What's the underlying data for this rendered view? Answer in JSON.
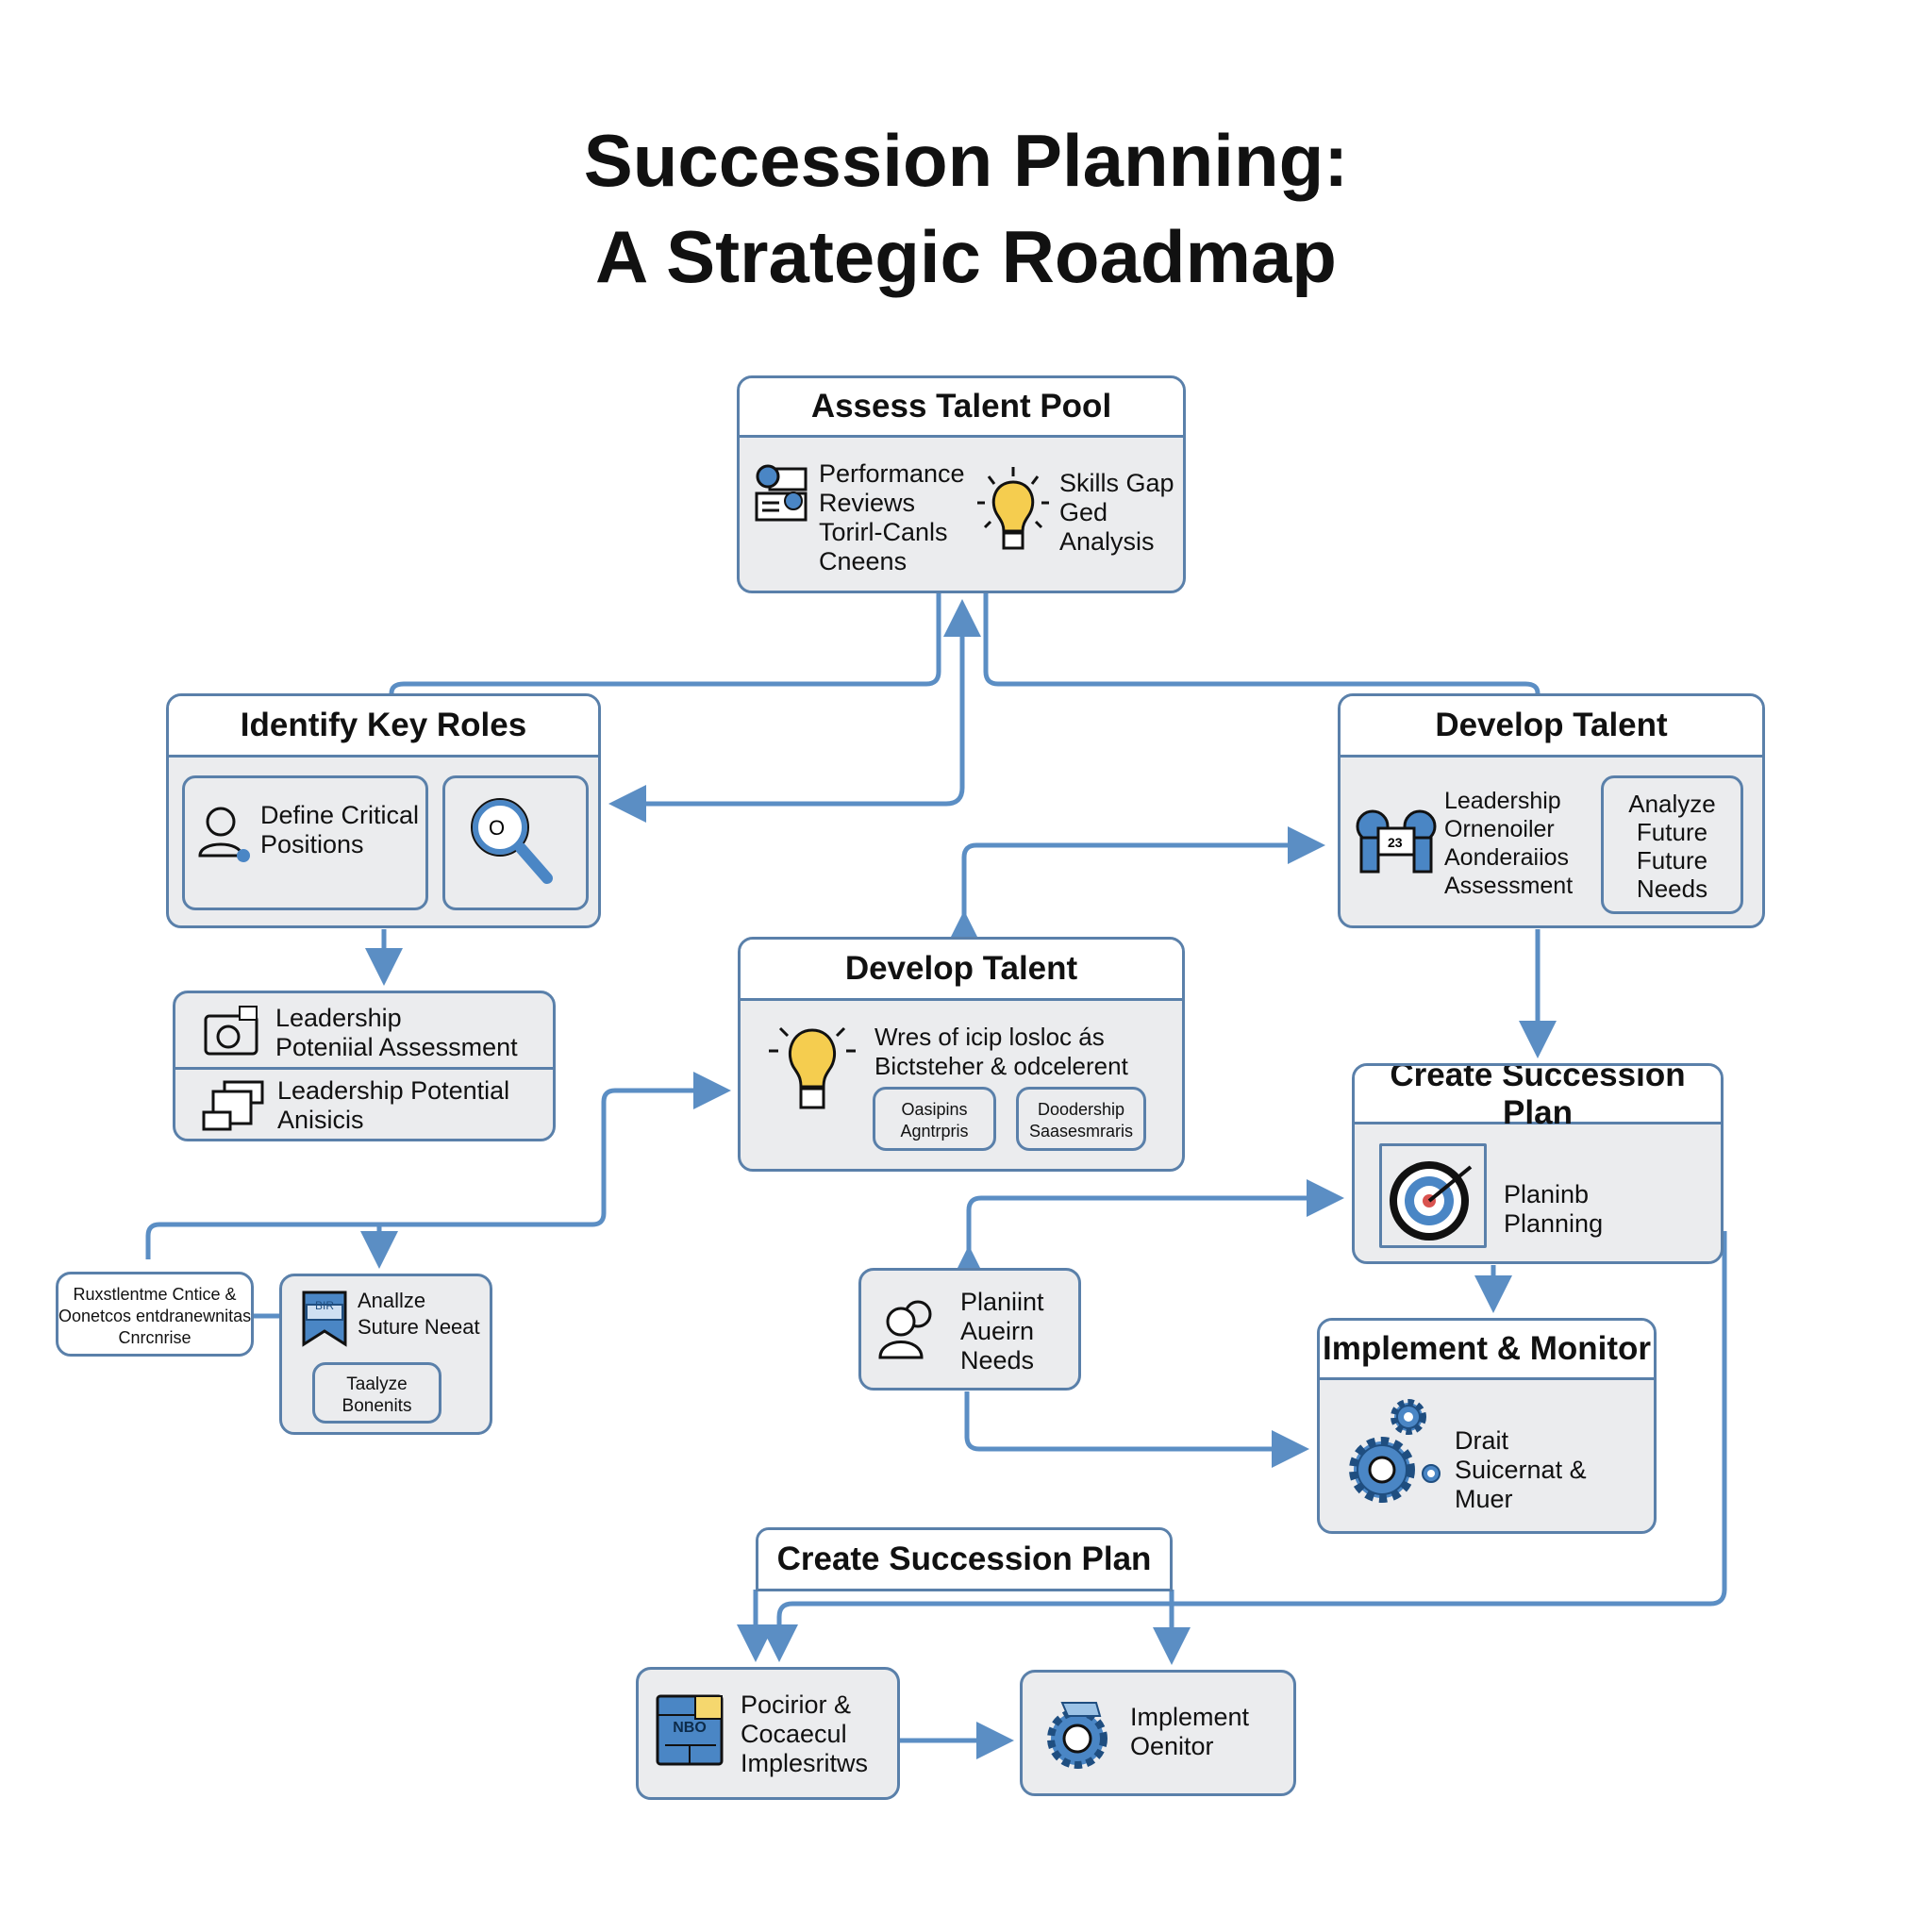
{
  "title": {
    "line1": "Succession Planning:",
    "line2": "A Strategic Roadmap"
  },
  "colors": {
    "connector": "#5b8ec4",
    "border": "#5a80aa",
    "box_fill": "#ebecee",
    "icon_blue": "#4a86c5",
    "bulb_yellow": "#f5cd4f"
  },
  "assess": {
    "title": "Assess Talent Pool",
    "left_text": "Performance\nReviews\nTorirl-Canls\nCneens",
    "right_text": "Skills Gap\nGed\nAnalysis",
    "icons": [
      "review-cards-icon",
      "lightbulb-icon"
    ]
  },
  "identify": {
    "title": "Identify Key Roles",
    "define_text": "Define Critical\nPositions",
    "icons": [
      "person-icon",
      "magnifier-icon"
    ]
  },
  "leadership": {
    "item1": "Leadership\nPoteniial Assessment",
    "item2": "Leadership Potential\nAnisicis"
  },
  "develop_right": {
    "title": "Develop Talent",
    "text": "Leadership\nOrnenoiler\nAonderaiios\nAssessment",
    "inner": "Analyze\nFuture\nFuture\nNeeds"
  },
  "develop_center": {
    "title": "Develop Talent",
    "text": "Wres of icip losloc ás\nBictsteher & odcelerent",
    "btn1": "Oasipins\nAgntrpris",
    "btn2": "Doodership\nSaasesmraris"
  },
  "left_small": {
    "text": "Ruxstlentme Cntice &\nOonetcos entdranewnitas\nCnrcnrise"
  },
  "analyze": {
    "text": "Anallze\nSuture Neeat",
    "inner": "Taalyze\nBonenits",
    "badge_text": "BIR"
  },
  "create_right": {
    "title": "Create Succession Plan",
    "text": "Planinb\nPlanning"
  },
  "planint": {
    "text": "Planiint\nAueirn\nNeeds"
  },
  "implement_monitor": {
    "title": "Implement & Monitor",
    "text": "Drait\nSuicernat &\nMuer"
  },
  "create_bottom": {
    "title": "Create Succession Plan"
  },
  "positior": {
    "text": "Pocirior &\nCocaecul\nImplesritws",
    "icon_text": "NBO"
  },
  "implement_oenitor": {
    "text": "Implement\nOenitor"
  }
}
